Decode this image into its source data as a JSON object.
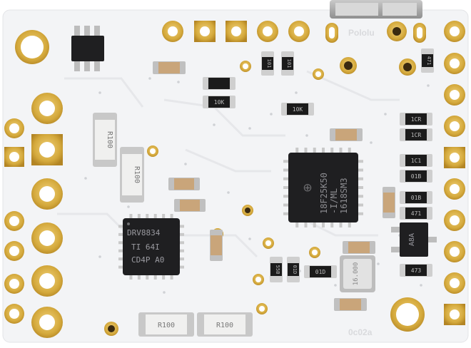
{
  "board": {
    "colors": {
      "background": "#ffffff",
      "soldermask": "#f3f4f6",
      "gold": "#d4a93c",
      "chip": "#1f1f21",
      "resistor_body": "#1b1b1b",
      "capacitor_body": "#c9a57a"
    }
  },
  "main_chip": {
    "line1": "18F25K50",
    "line2": "-I/ML",
    "line3": "1618SM3"
  },
  "driver_chip": {
    "line1": "DRV8834",
    "line2": "TI   64I",
    "line3": "CD4P  A0"
  },
  "silkscreen": {
    "top_right": "Pololu",
    "bottom_right": "0c02a"
  },
  "shunts": [
    {
      "label": "R100"
    },
    {
      "label": "R100"
    },
    {
      "label": "R100"
    },
    {
      "label": "R100"
    }
  ],
  "resistors": [
    {
      "label": "101"
    },
    {
      "label": "101"
    },
    {
      "label": "471"
    },
    {
      "label": "10K"
    },
    {
      "label": "10K"
    },
    {
      "label": "1CR"
    },
    {
      "label": "1CR"
    },
    {
      "label": "1C1"
    },
    {
      "label": "01B"
    },
    {
      "label": "01B"
    },
    {
      "label": "471"
    },
    {
      "label": "01D"
    },
    {
      "label": "55B"
    },
    {
      "label": "01D"
    },
    {
      "label": "473"
    }
  ],
  "transistor": {
    "label": "A8A"
  },
  "crystal": {
    "label": "16.000"
  }
}
